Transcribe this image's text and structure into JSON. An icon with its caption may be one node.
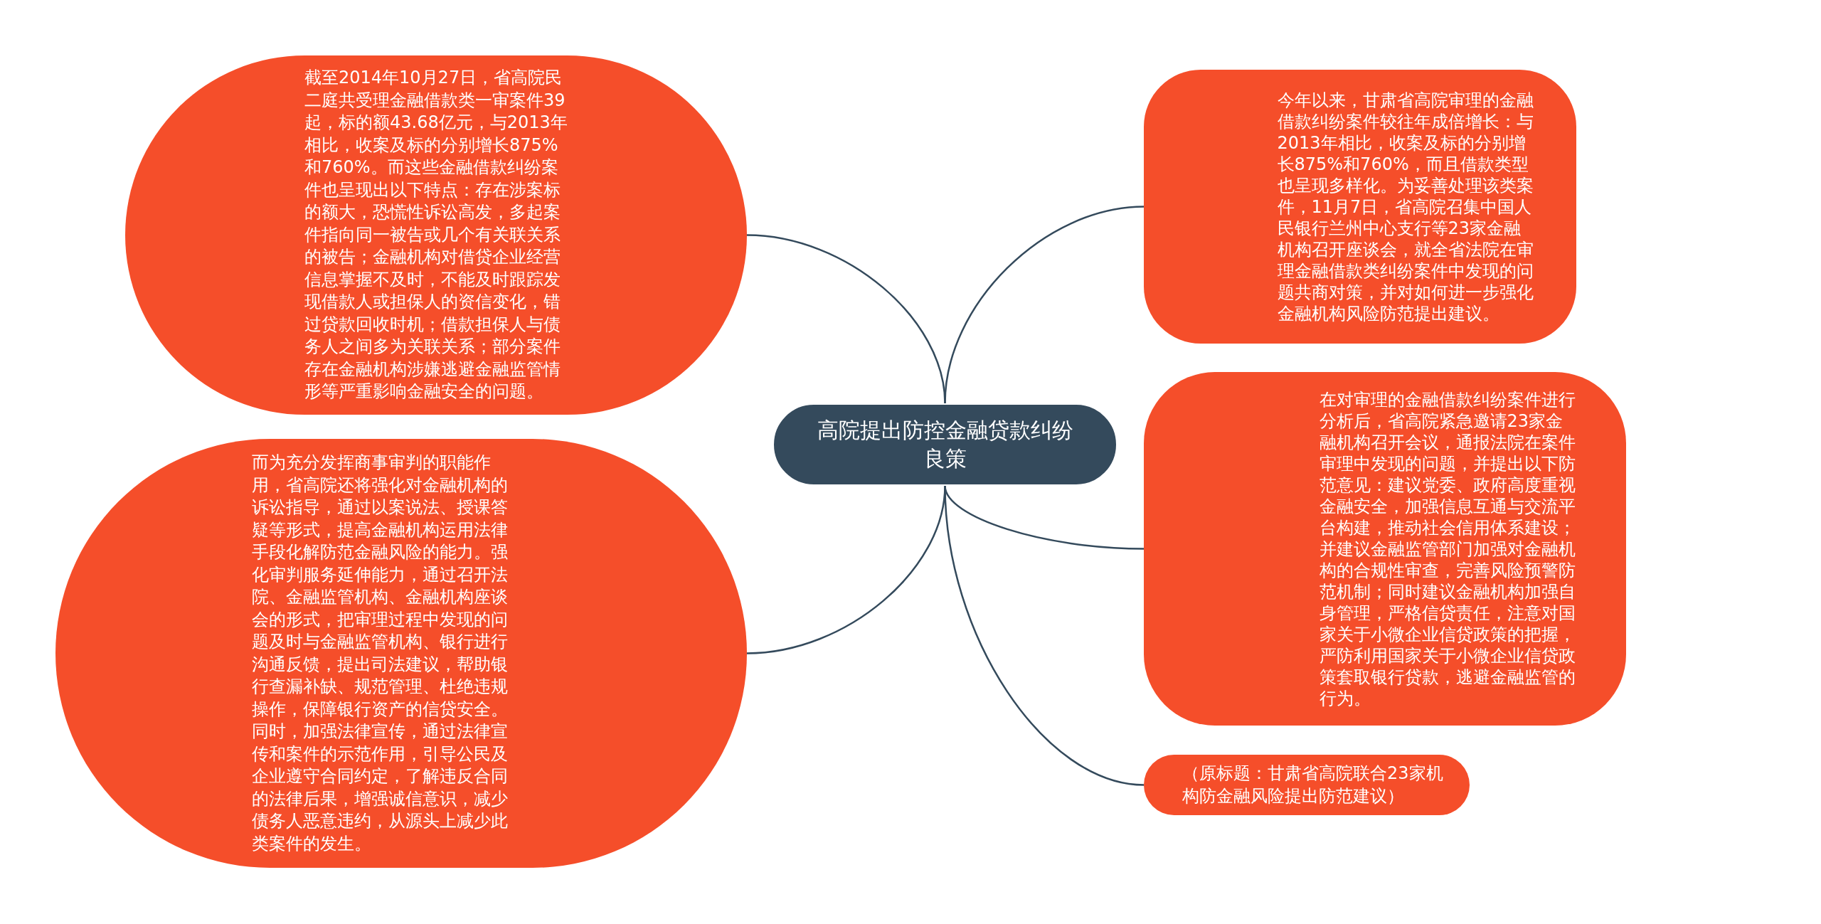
{
  "diagram": {
    "nodes": [
      {
        "text": [
          "高院提出防控金融贷款纠纷良策"
        ]
      },
      {
        "text": [
          "截至2014年10月27日，省高院民二庭共受理金融借款类一审案件39起，标的额43.68亿元，与2013年相比，收案及标的分别增长875%和760%。而这些金融借款纠纷案件也呈现出以下特点：存在涉案标的额大，恐慌性诉讼高发，多起案件指向同一被告或几个有关联关系的被告；金融机构对借贷企业经营信息掌握不及时，不能及时跟踪发现借款人或担保人的资信变化，错过贷款回收时机；借款担保人与债务人之间多为关联关系；部分案件存在金融机构涉嫌逃避金融监管情形等严重影响金融安全的问题。"
        ]
      },
      {
        "text": [
          "今年以来，甘肃省高院审理的金融借款纠纷案件较往年成倍增长：与2013年相比，收案及标的分别增长875%和760%，而且借款类型也呈现多样化。为妥善处理该类案件，11月7日，省高院召集中国人民银行兰州中心支行等23家金融机构召开座谈会，就全省法院在审理金融借款类纠纷案件中发现的问题共商对策，并对如何进一步强化金融机构风险防范提出建议。"
        ]
      },
      {
        "text": [
          "而为充分发挥商事审判的职能作用，省高院还将强化对金融机构的诉讼指导，通过以案说法、授课答疑等形式，提高金融机构运用法律手段化解防范金融风险的能力。强化审判服务延伸能力，通过召开法院、金融监管机构、金融机构座谈会的形式，把审理过程中发现的问题及时与金融监管机构、银行进行沟通反馈，提出司法建议，帮助银行查漏补缺、规范管理、杜绝违规操作，保障银行资产的信贷安全。同时，加强法律宣传，通过法律宣传和案件的示范作用，引导公民及企业遵守合同约定，了解违反合同的法律后果，增强诚信意识，减少债务人恶意违约，从源头上减少此类案件的发生。"
        ]
      },
      {
        "text": [
          "在对审理的金融借款纠纷案件进行分析后，省高院紧急邀请23家金融机构召开会议，通报法院在案件审理中发现的问题，并提出以下防范意见：建议党委、政府高度重视金融安全，加强信息互通与交流平台构建，推动社会信用体系建设；并建议金融监管部门加强对金融机构的合规性审查，完善风险预警防范机制；同时建议金融机构加强自身管理，严格信贷责任，注意对国家关于小微企业信贷政策的把握，严防利用国家关于小微企业信贷政策套取银行贷款，逃避金融监管的行为。"
        ]
      },
      {
        "text": [
          "（原标题：甘肃省高院联合23家机构防金融风险提出防范建议）"
        ]
      }
    ],
    "edges": [
      {
        "from": 0,
        "to": 1,
        "arrow": "none"
      },
      {
        "from": 0,
        "to": 2,
        "arrow": "none"
      },
      {
        "from": 0,
        "to": 3,
        "arrow": "none"
      },
      {
        "from": 0,
        "to": 4,
        "arrow": "none"
      },
      {
        "from": 0,
        "to": 5,
        "arrow": "none"
      }
    ]
  }
}
